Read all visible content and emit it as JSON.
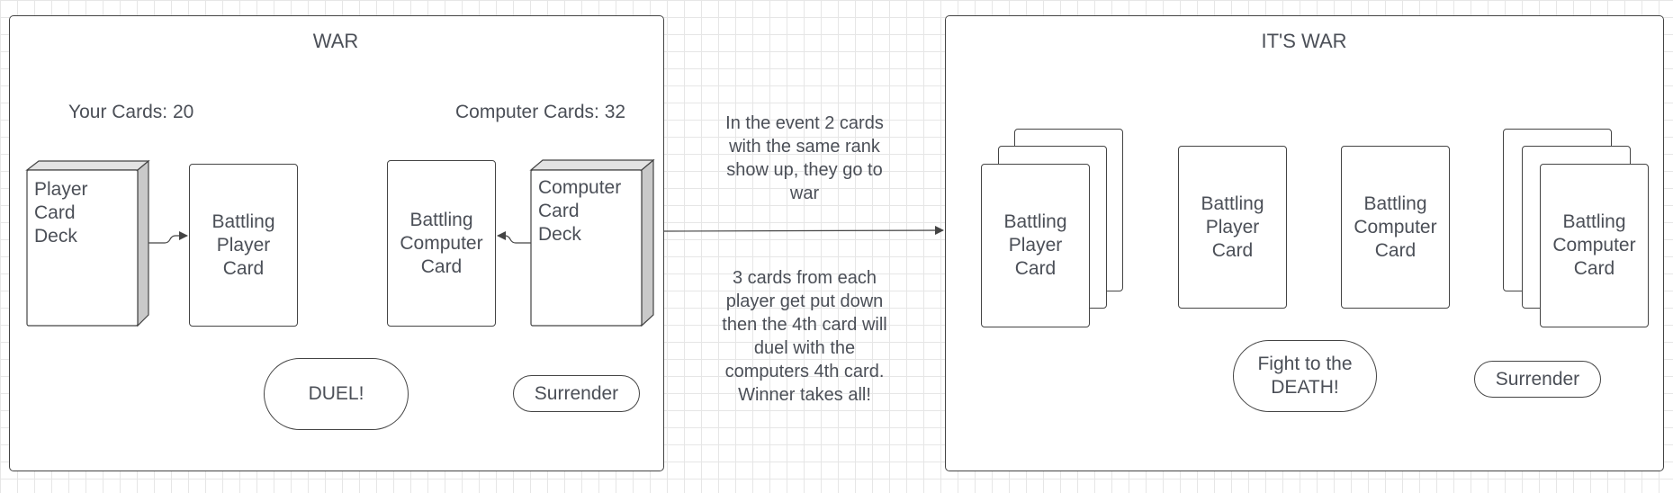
{
  "war_screen": {
    "title": "WAR",
    "your_cards_label": "Your Cards: 20",
    "computer_cards_label": "Computer Cards: 32",
    "player_deck_label": "Player\nCard\nDeck",
    "battling_player_card": "Battling\nPlayer\nCard",
    "battling_computer_card": "Battling\nComputer\nCard",
    "computer_deck_label": "Computer\nCard\nDeck",
    "duel_button": "DUEL!",
    "surrender_button": "Surrender"
  },
  "annotation": {
    "top_note": "In the event 2 cards\nwith the same rank\nshow up, they go to\nwar",
    "bottom_note": "3 cards from each\nplayer get put down\nthen the 4th card will\nduel with the\ncomputers 4th card.\nWinner takes all!"
  },
  "its_war_screen": {
    "title": "IT'S WAR",
    "stacked_player_card": "Battling\nPlayer\nCard",
    "battling_player_card": "Battling\nPlayer\nCard",
    "battling_computer_card": "Battling\nComputer\nCard",
    "stacked_computer_card": "Battling\nComputer\nCard",
    "fight_button": "Fight to the\nDEATH!",
    "surrender_button": "Surrender"
  }
}
